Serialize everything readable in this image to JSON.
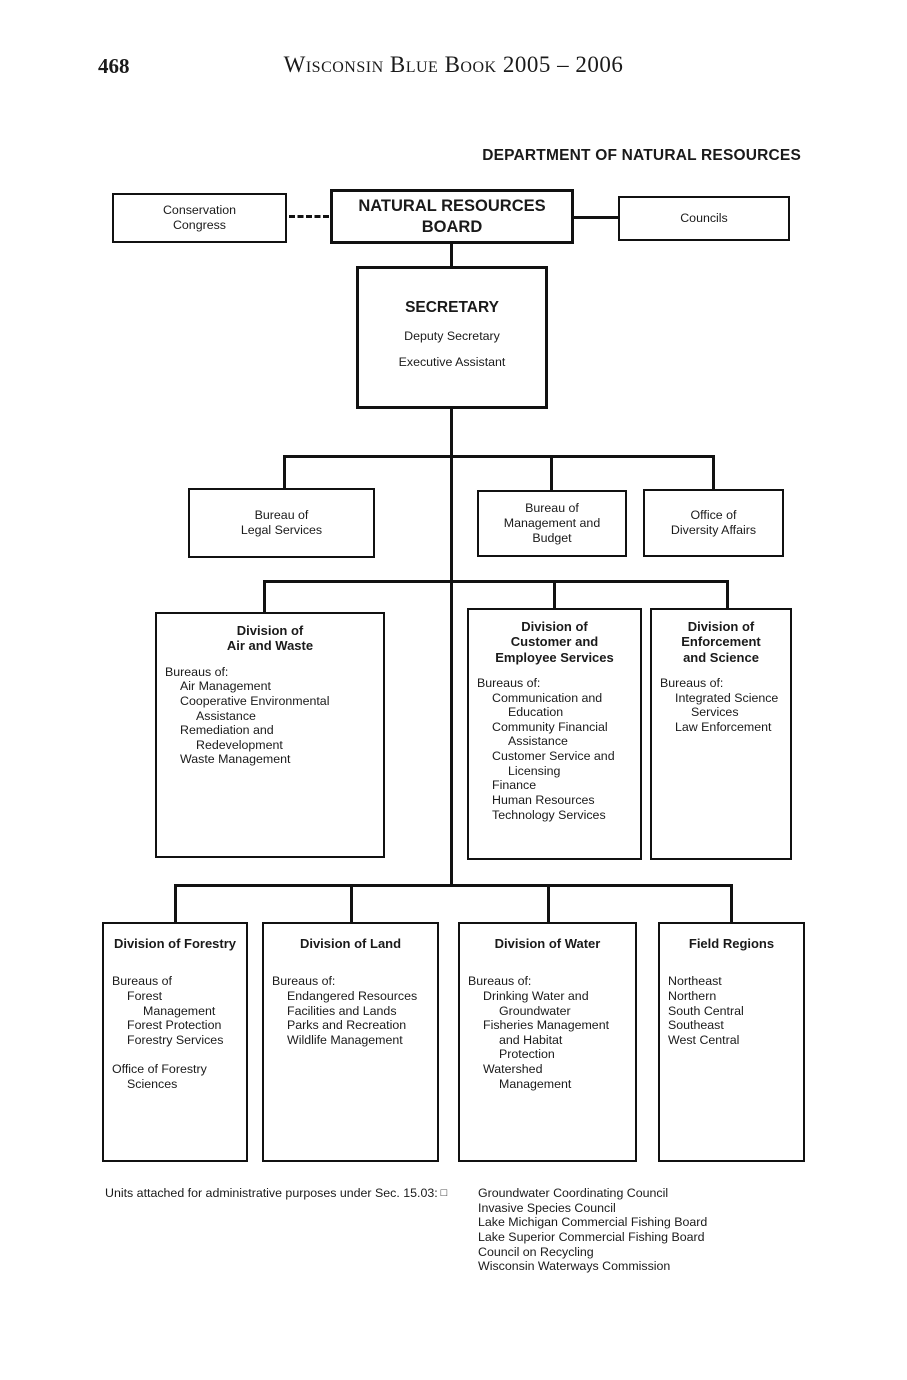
{
  "page": {
    "number": "468",
    "header": "Wisconsin Blue Book 2005 – 2006",
    "chart_title": "DEPARTMENT OF NATURAL RESOURCES"
  },
  "top": {
    "conservation_congress": "Conservation\nCongress",
    "board": "NATURAL RESOURCES\nBOARD",
    "councils": "Councils"
  },
  "secretary": {
    "title": "SECRETARY",
    "line1": "Deputy Secretary",
    "line2": "Executive Assistant"
  },
  "tier2": [
    {
      "label": "Bureau of\nLegal Services"
    },
    {
      "label": "Bureau of\nManagement and\nBudget"
    },
    {
      "label": "Office of\nDiversity Affairs"
    }
  ],
  "tier3": [
    {
      "title": "Division of\nAir and Waste",
      "lines": [
        {
          "text": "Bureaus of:",
          "indent": 0
        },
        {
          "text": "Air Management",
          "indent": 1
        },
        {
          "text": "Cooperative Environmental",
          "indent": 1
        },
        {
          "text": "Assistance",
          "indent": 2
        },
        {
          "text": "Remediation and",
          "indent": 1
        },
        {
          "text": "Redevelopment",
          "indent": 2
        },
        {
          "text": "Waste Management",
          "indent": 1
        }
      ]
    },
    {
      "title": "Division of\nCustomer and\nEmployee Services",
      "lines": [
        {
          "text": "Bureaus of:",
          "indent": 0
        },
        {
          "text": "Communication and",
          "indent": 1
        },
        {
          "text": "Education",
          "indent": 2
        },
        {
          "text": "Community Financial",
          "indent": 1
        },
        {
          "text": "Assistance",
          "indent": 2
        },
        {
          "text": "Customer Service and",
          "indent": 1
        },
        {
          "text": "Licensing",
          "indent": 2
        },
        {
          "text": "Finance",
          "indent": 1
        },
        {
          "text": "Human Resources",
          "indent": 1
        },
        {
          "text": "Technology Services",
          "indent": 1
        }
      ]
    },
    {
      "title": "Division of\nEnforcement\nand Science",
      "lines": [
        {
          "text": "Bureaus of:",
          "indent": 0
        },
        {
          "text": "Integrated Science",
          "indent": 1
        },
        {
          "text": "Services",
          "indent": 2
        },
        {
          "text": "Law Enforcement",
          "indent": 1
        }
      ]
    }
  ],
  "tier4": [
    {
      "title": "Division of Forestry",
      "lines": [
        {
          "text": "Bureaus of",
          "indent": 0
        },
        {
          "text": "Forest",
          "indent": 1
        },
        {
          "text": "Management",
          "indent": 2
        },
        {
          "text": "Forest Protection",
          "indent": 1
        },
        {
          "text": "Forestry Services",
          "indent": 1
        },
        {
          "text": "",
          "indent": 0
        },
        {
          "text": "Office of Forestry",
          "indent": 0
        },
        {
          "text": "Sciences",
          "indent": 1
        }
      ]
    },
    {
      "title": "Division of Land",
      "lines": [
        {
          "text": "Bureaus of:",
          "indent": 0
        },
        {
          "text": "Endangered Resources",
          "indent": 1
        },
        {
          "text": "Facilities and Lands",
          "indent": 1
        },
        {
          "text": "Parks and Recreation",
          "indent": 1
        },
        {
          "text": "Wildlife Management",
          "indent": 1
        }
      ]
    },
    {
      "title": "Division of Water",
      "lines": [
        {
          "text": "Bureaus of:",
          "indent": 0
        },
        {
          "text": "Drinking Water and",
          "indent": 1
        },
        {
          "text": "Groundwater",
          "indent": 2
        },
        {
          "text": "Fisheries Management",
          "indent": 1
        },
        {
          "text": "and Habitat",
          "indent": 2
        },
        {
          "text": "Protection",
          "indent": 2
        },
        {
          "text": "Watershed",
          "indent": 1
        },
        {
          "text": "Management",
          "indent": 2
        }
      ]
    },
    {
      "title": "Field Regions",
      "lines": [
        {
          "text": "Northeast",
          "indent": 0
        },
        {
          "text": "Northern",
          "indent": 0
        },
        {
          "text": "South Central",
          "indent": 0
        },
        {
          "text": "Southeast",
          "indent": 0
        },
        {
          "text": "West Central",
          "indent": 0
        }
      ]
    }
  ],
  "footnote": {
    "label": "Units attached for administrative purposes under Sec. 15.03:",
    "marker": "□",
    "units": [
      "Groundwater Coordinating Council",
      "Invasive Species Council",
      "Lake Michigan Commercial Fishing Board",
      "Lake Superior Commercial Fishing Board",
      "Council on Recycling",
      "Wisconsin Waterways Commission"
    ]
  },
  "colors": {
    "line": "#111111",
    "background": "#ffffff",
    "text": "#1a1a1a"
  }
}
